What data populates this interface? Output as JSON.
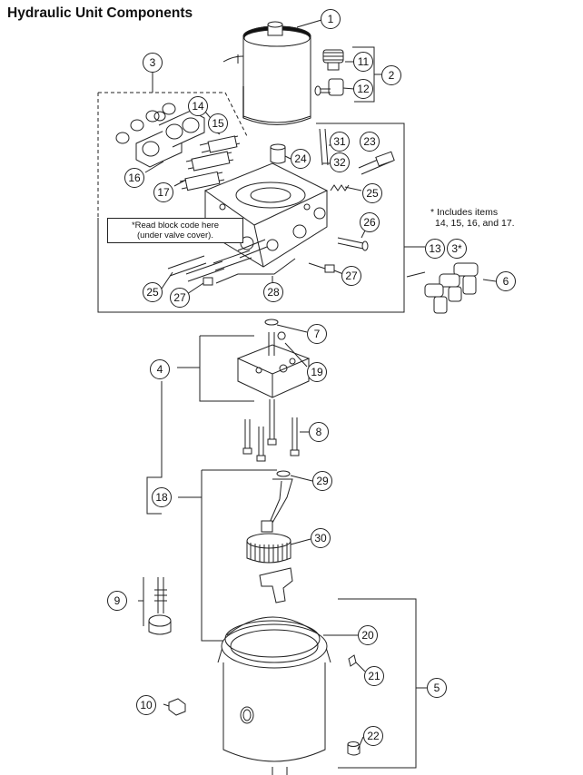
{
  "title": "Hydraulic Unit Components",
  "notes": {
    "includes_line1": "* Includes items",
    "includes_line2": "14, 15, 16, and 17.",
    "block_code_line1": "*Read block code here",
    "block_code_line2": "(under valve cover)."
  },
  "callouts": {
    "c1": "1",
    "c2": "2",
    "c3": "3",
    "c3star": "3*",
    "c4": "4",
    "c5": "5",
    "c6": "6",
    "c7": "7",
    "c8": "8",
    "c9": "9",
    "c10": "10",
    "c11": "11",
    "c12": "12",
    "c13": "13",
    "c14": "14",
    "c15": "15",
    "c16": "16",
    "c17": "17",
    "c18": "18",
    "c19": "19",
    "c20": "20",
    "c21": "21",
    "c22": "22",
    "c23": "23",
    "c24": "24",
    "c25a": "25",
    "c25b": "25",
    "c26": "26",
    "c27a": "27",
    "c27b": "27",
    "c28": "28",
    "c29": "29",
    "c30": "30",
    "c31": "31",
    "c32": "32"
  }
}
